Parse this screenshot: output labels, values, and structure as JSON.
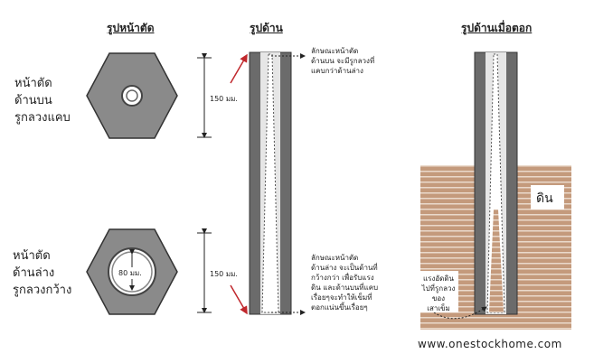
{
  "titles": {
    "section": "รูปหน้าตัด",
    "elevation": "รูปด้าน",
    "driven": "รูปด้านเมื่อตอก"
  },
  "labels": {
    "top": "หน้าตัด\nด้านบน\nรูกลวงแคบ",
    "bottom": "หน้าตัด\nด้านล่าง\nรูกลวงกว้าง"
  },
  "dims": {
    "top": "150 มม.",
    "bottom": "150 มม.",
    "hole": "80 มม."
  },
  "notes": {
    "top": "ลักษณะหน้าตัด\nด้านบน จะมีรูกลวงที่\nแคบกว่าด้านล่าง",
    "bottom": "ลักษณะหน้าตัด\nด้านล่าง จะเป็นด้านที่\nกว้างกว่า เพื่อรับแรง\nดิน และด้านบนที่แคบ\nเรื่อยๆจะทำให้เข็มที่\nตอกแน่นขึ้นเรื่อยๆ",
    "soil_force": "แรงอัดดิน\nไปที่รูกลวง\nของ\nเสาเข็ม"
  },
  "soil_label": "ดิน",
  "website": "www.onestockhome.com",
  "colors": {
    "concrete": "#6b6b6b",
    "hex_fill": "#8a8a8a",
    "soil": "#c9a184",
    "soil_stripe": "#e9d9cc",
    "arrow": "#c0282d"
  }
}
